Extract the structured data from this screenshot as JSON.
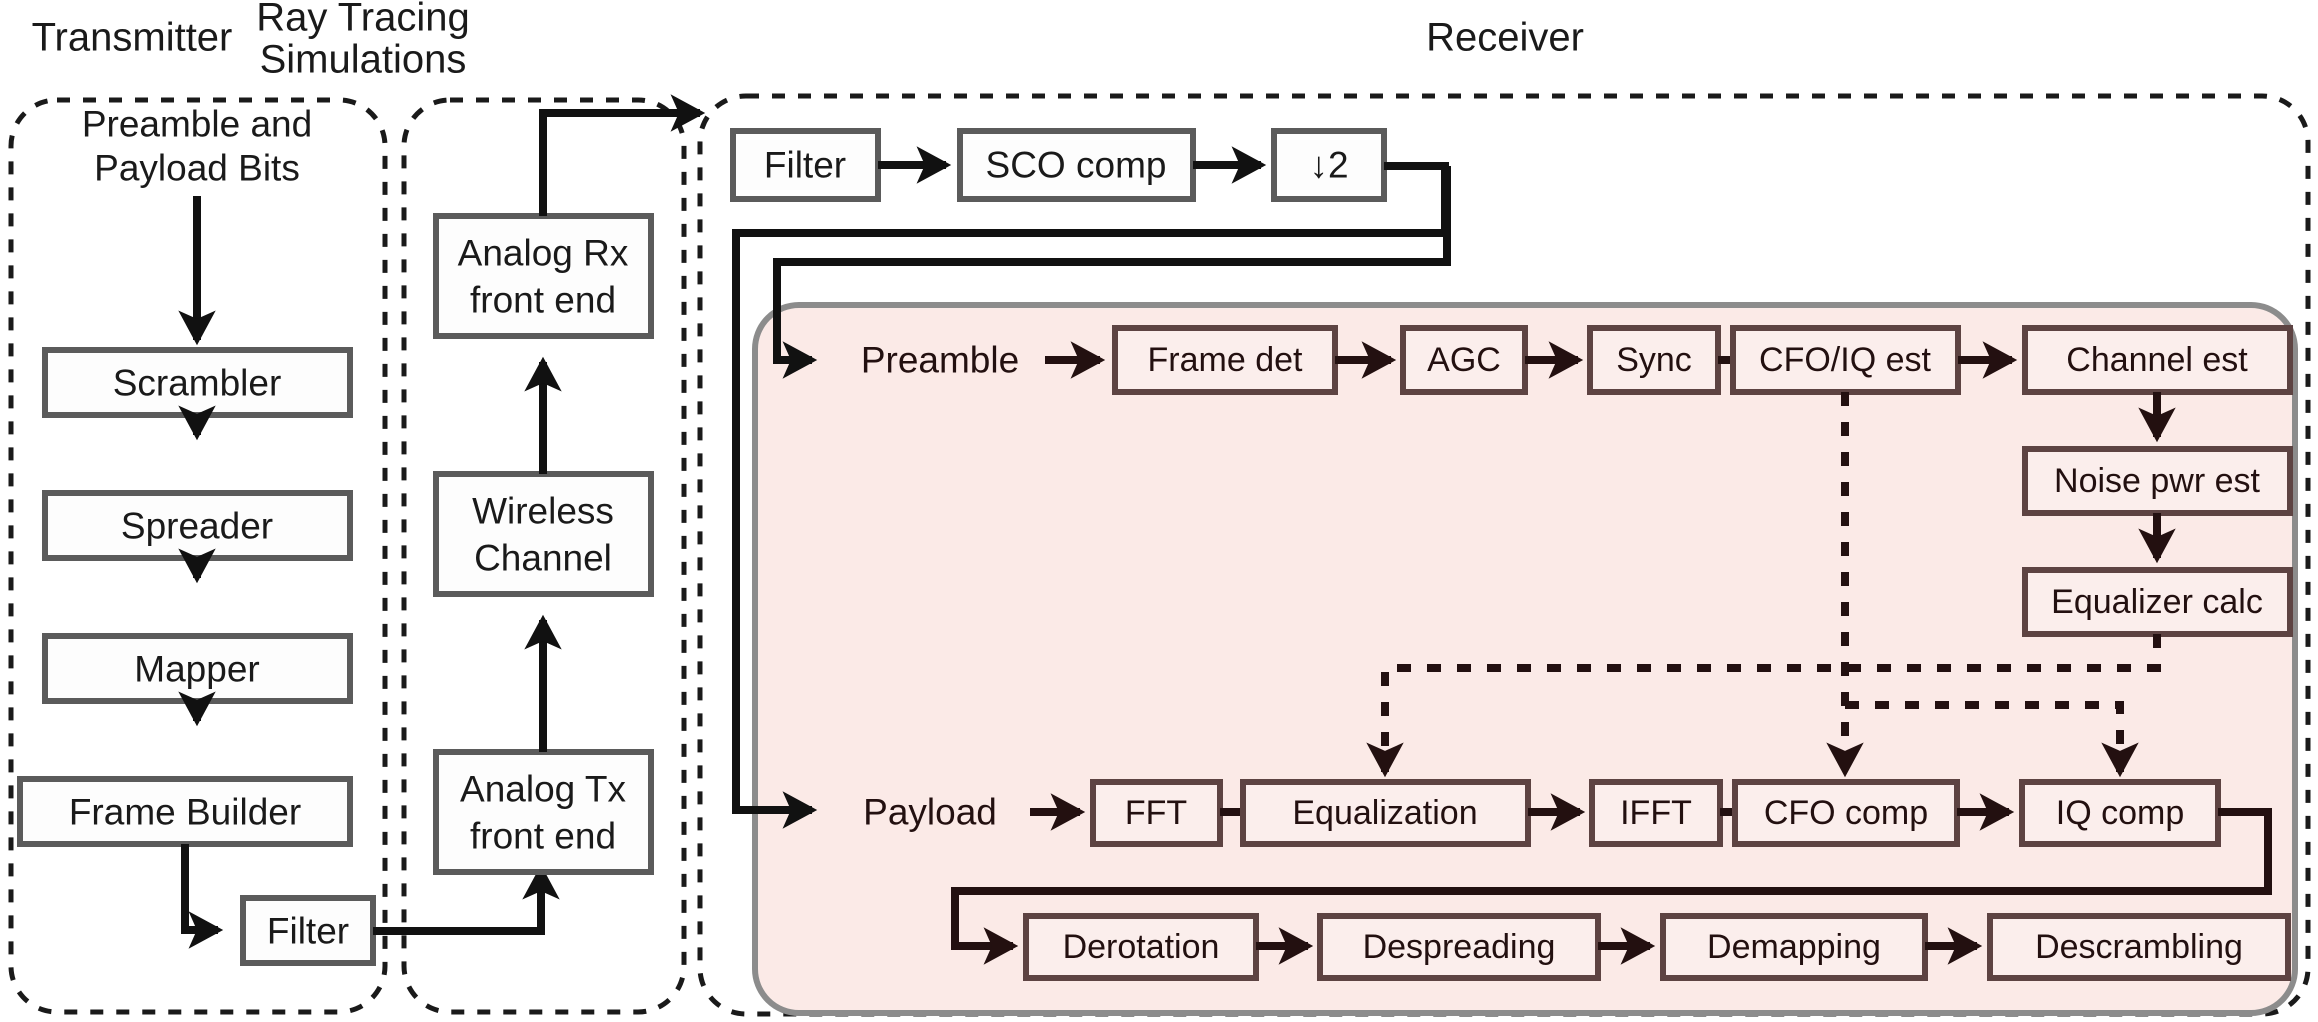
{
  "figure": {
    "title": "Transceiver block diagram with ray tracing simulations",
    "colors": {
      "receiver_panel_fill": "#fbeae7",
      "receiver_box_fill": "#fbeeec",
      "receiver_box_stroke": "#5d4342",
      "transmitter_box_fill": "#fdfdfd",
      "transmitter_box_stroke": "#5b5b5b",
      "arrow": "#111111",
      "group_border": "#1a1a1a"
    }
  },
  "groups": [
    {
      "id": "transmitter",
      "title": "Transmitter"
    },
    {
      "id": "raytracing",
      "title_line1": "Ray Tracing",
      "title_line2": "Simulations"
    },
    {
      "id": "receiver",
      "title": "Receiver"
    }
  ],
  "transmitter": {
    "source_label_line1": "Preamble and",
    "source_label_line2": "Payload Bits",
    "blocks": [
      {
        "id": "scrambler",
        "label": "Scrambler"
      },
      {
        "id": "spreader",
        "label": "Spreader"
      },
      {
        "id": "mapper",
        "label": "Mapper"
      },
      {
        "id": "frame-builder",
        "label": "Frame Builder"
      },
      {
        "id": "tx-filter",
        "label": "Filter"
      }
    ]
  },
  "raytracing": {
    "blocks": [
      {
        "id": "analog-rx-front-end",
        "label_line1": "Analog Rx",
        "label_line2": "front end"
      },
      {
        "id": "wireless-channel",
        "label_line1": "Wireless",
        "label_line2": "Channel"
      },
      {
        "id": "analog-tx-front-end",
        "label_line1": "Analog Tx",
        "label_line2": "front end"
      }
    ]
  },
  "receiver": {
    "front_chain": [
      {
        "id": "rx-filter",
        "label": "Filter"
      },
      {
        "id": "sco-comp",
        "label": "SCO comp"
      },
      {
        "id": "downsample-2",
        "label": "↓2"
      }
    ],
    "preamble_branch_label": "Preamble",
    "payload_branch_label": "Payload",
    "preamble_chain": [
      {
        "id": "frame-det",
        "label": "Frame det"
      },
      {
        "id": "agc",
        "label": "AGC"
      },
      {
        "id": "sync",
        "label": "Sync"
      },
      {
        "id": "cfo-iq-est",
        "label": "CFO/IQ est"
      },
      {
        "id": "channel-est",
        "label": "Channel est"
      }
    ],
    "estimation_chain": [
      {
        "id": "noise-pwr-est",
        "label": "Noise pwr est"
      },
      {
        "id": "equalizer-calc",
        "label": "Equalizer calc"
      }
    ],
    "payload_chain": [
      {
        "id": "fft",
        "label": "FFT"
      },
      {
        "id": "equalization",
        "label": "Equalization"
      },
      {
        "id": "ifft",
        "label": "IFFT"
      },
      {
        "id": "cfo-comp",
        "label": "CFO comp"
      },
      {
        "id": "iq-comp",
        "label": "IQ comp"
      }
    ],
    "decode_chain": [
      {
        "id": "derotation",
        "label": "Derotation"
      },
      {
        "id": "despreading",
        "label": "Despreading"
      },
      {
        "id": "demapping",
        "label": "Demapping"
      },
      {
        "id": "descrambling",
        "label": "Descrambling"
      }
    ]
  }
}
